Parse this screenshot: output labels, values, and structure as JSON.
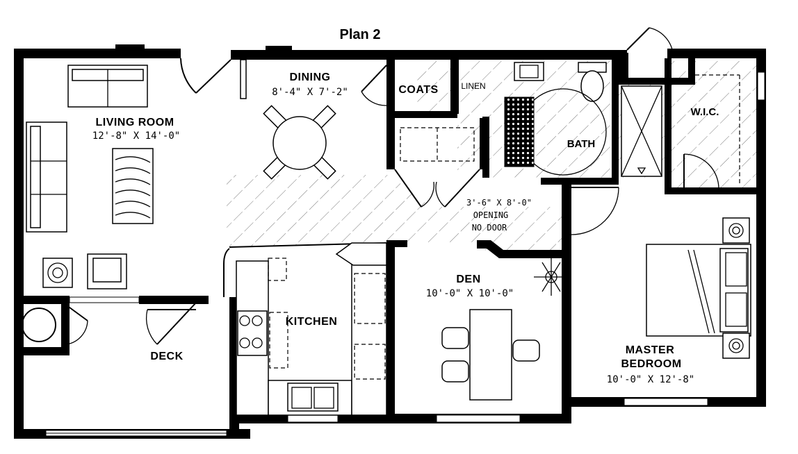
{
  "title": "Plan 2",
  "rooms": {
    "living": {
      "name": "LIVING ROOM",
      "dims": "12'-8\" X 14'-0\""
    },
    "dining": {
      "name": "DINING",
      "dims": "8'-4\" X 7'-2\""
    },
    "coats": {
      "name": "COATS"
    },
    "linen": {
      "name": "LINEN"
    },
    "bath": {
      "name": "BATH"
    },
    "wic": {
      "name": "W.I.C."
    },
    "kitchen": {
      "name": "KITCHEN"
    },
    "den": {
      "name": "DEN",
      "dims": "10'-0\" X 10'-0\""
    },
    "deck": {
      "name": "DECK"
    },
    "master": {
      "name_line1": "MASTER",
      "name_line2": "BEDROOM",
      "dims": "10'-0\" X 12'-8\""
    }
  },
  "opening_note": {
    "line1": "3'-6\" X 8'-0\"",
    "line2": "OPENING",
    "line3": "NO DOOR"
  }
}
